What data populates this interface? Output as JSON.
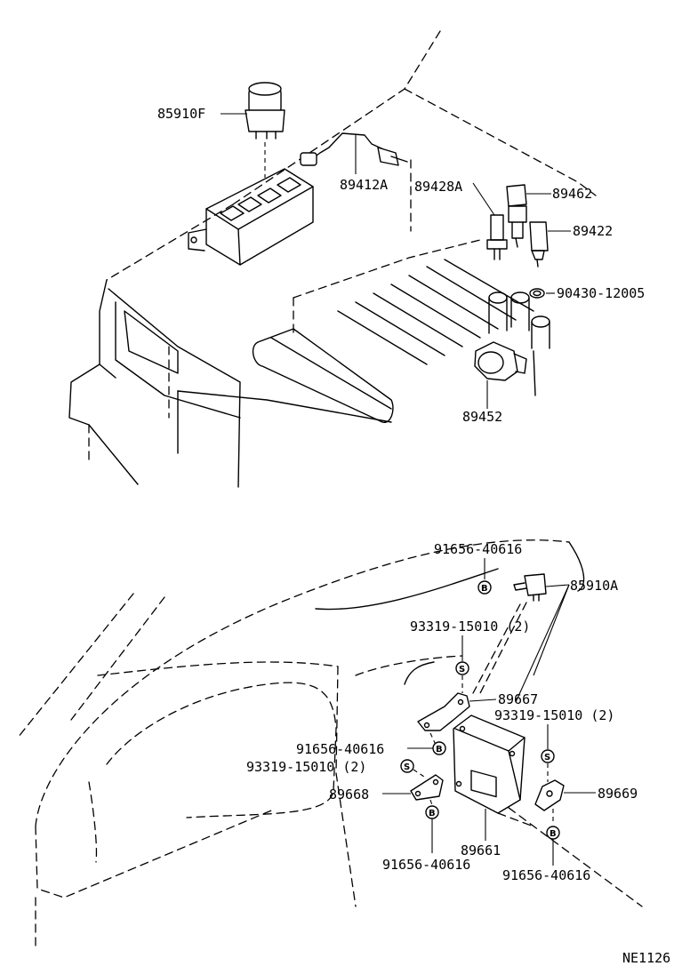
{
  "diagram_code": "NE1126",
  "labels": {
    "p85910F": "85910F",
    "p89412A": "89412A",
    "p89428A": "89428A",
    "p89462": "89462",
    "p89422": "89422",
    "p90430": "90430-12005",
    "p89452": "89452",
    "p91656_top": "91656-40616",
    "p85910A": "85910A",
    "p93319_top": "93319-15010 (2)",
    "p89667": "89667",
    "p93319_right": "93319-15010 (2)",
    "p91656_left": "91656-40616",
    "p93319_left": "93319-15010 (2)",
    "p89668": "89668",
    "p89669": "89669",
    "p89661": "89661",
    "p91656_bottom_left": "91656-40616",
    "p91656_bottom_right": "91656-40616"
  },
  "fastener_symbols": {
    "bolt": "B",
    "screw": "S"
  }
}
